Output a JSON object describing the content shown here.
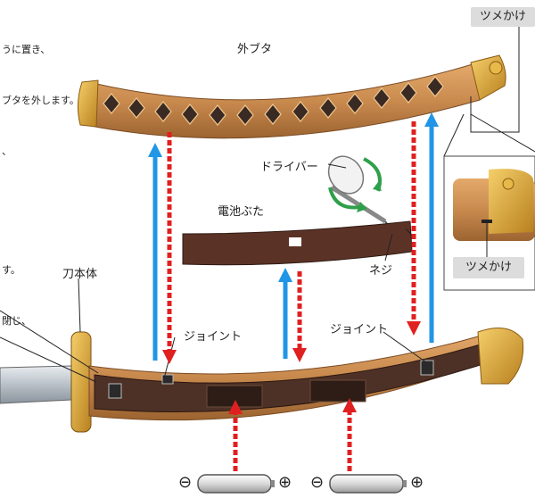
{
  "instructions_lines": [
    "うに置き、",
    "ブタを外します。",
    "、",
    "",
    "",
    "す。",
    "閉じ、"
  ],
  "labels": {
    "outer_cover": "外ブタ",
    "hook_top": "ツメかけ",
    "hook_zoom": "ツメかけ",
    "screwdriver": "ドライバー",
    "battery_cover": "電池ぶた",
    "screw": "ネジ",
    "blade_body": "刀本体",
    "joint_left": "ジョイント",
    "joint_right": "ジョイント"
  },
  "battery_symbols": {
    "minus": "⊖",
    "plus": "⊕"
  },
  "colors": {
    "arrow_up": "#2196e6",
    "arrow_down": "#e02020",
    "leather": "#c98a4e",
    "gold": "#d9a033",
    "board": "#5a3a2a",
    "label_bg": "#dcdcdc"
  }
}
